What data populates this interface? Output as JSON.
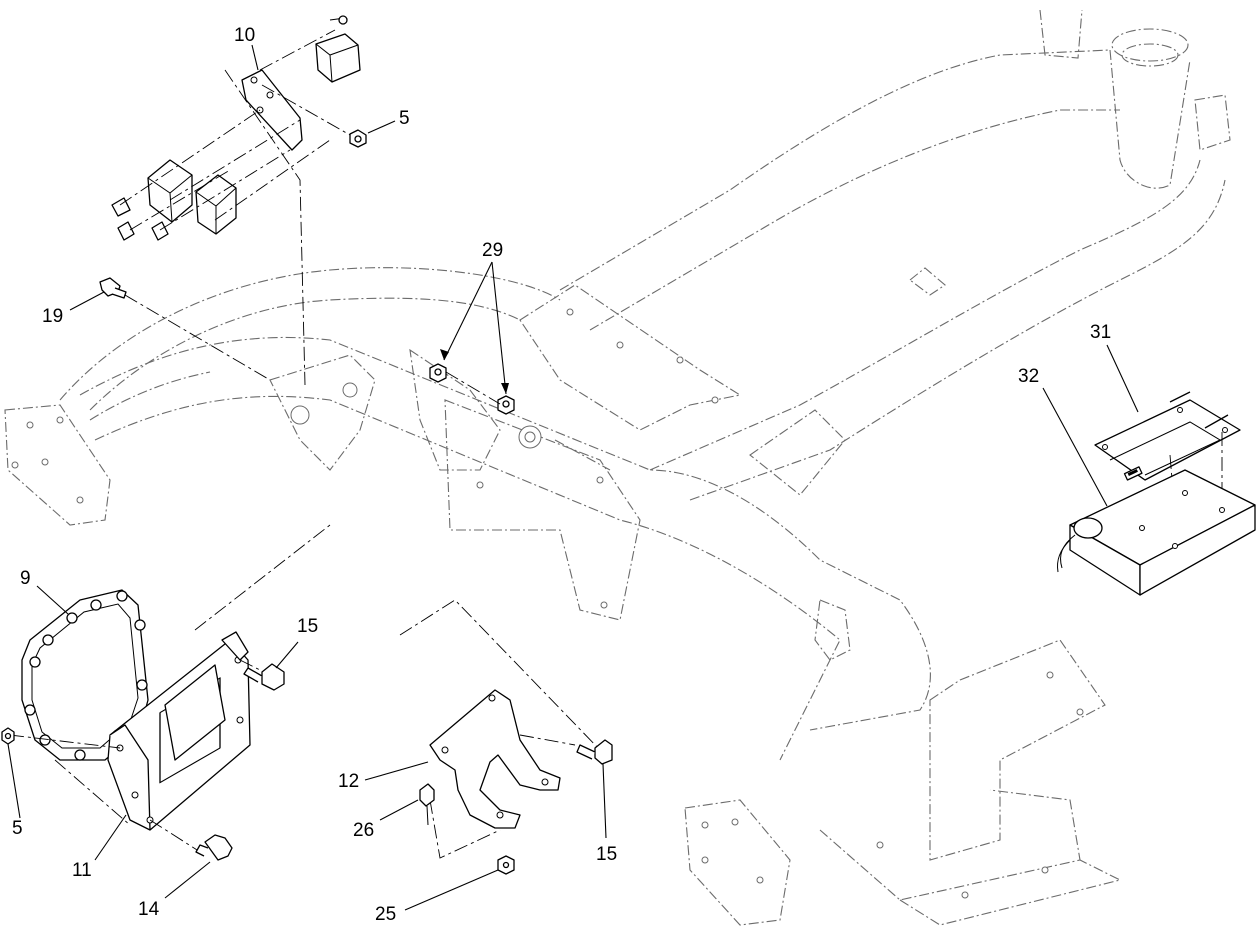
{
  "diagram": {
    "type": "exploded parts diagram",
    "callouts": [
      {
        "id": "c10",
        "label": "10"
      },
      {
        "id": "c5a",
        "label": "5"
      },
      {
        "id": "c29",
        "label": "29"
      },
      {
        "id": "c19",
        "label": "19"
      },
      {
        "id": "c31",
        "label": "31"
      },
      {
        "id": "c32",
        "label": "32"
      },
      {
        "id": "c9",
        "label": "9"
      },
      {
        "id": "c15a",
        "label": "15"
      },
      {
        "id": "c5b",
        "label": "5"
      },
      {
        "id": "c11",
        "label": "11"
      },
      {
        "id": "c14",
        "label": "14"
      },
      {
        "id": "c12",
        "label": "12"
      },
      {
        "id": "c26",
        "label": "26"
      },
      {
        "id": "c15b",
        "label": "15"
      },
      {
        "id": "c25",
        "label": "25"
      }
    ]
  }
}
